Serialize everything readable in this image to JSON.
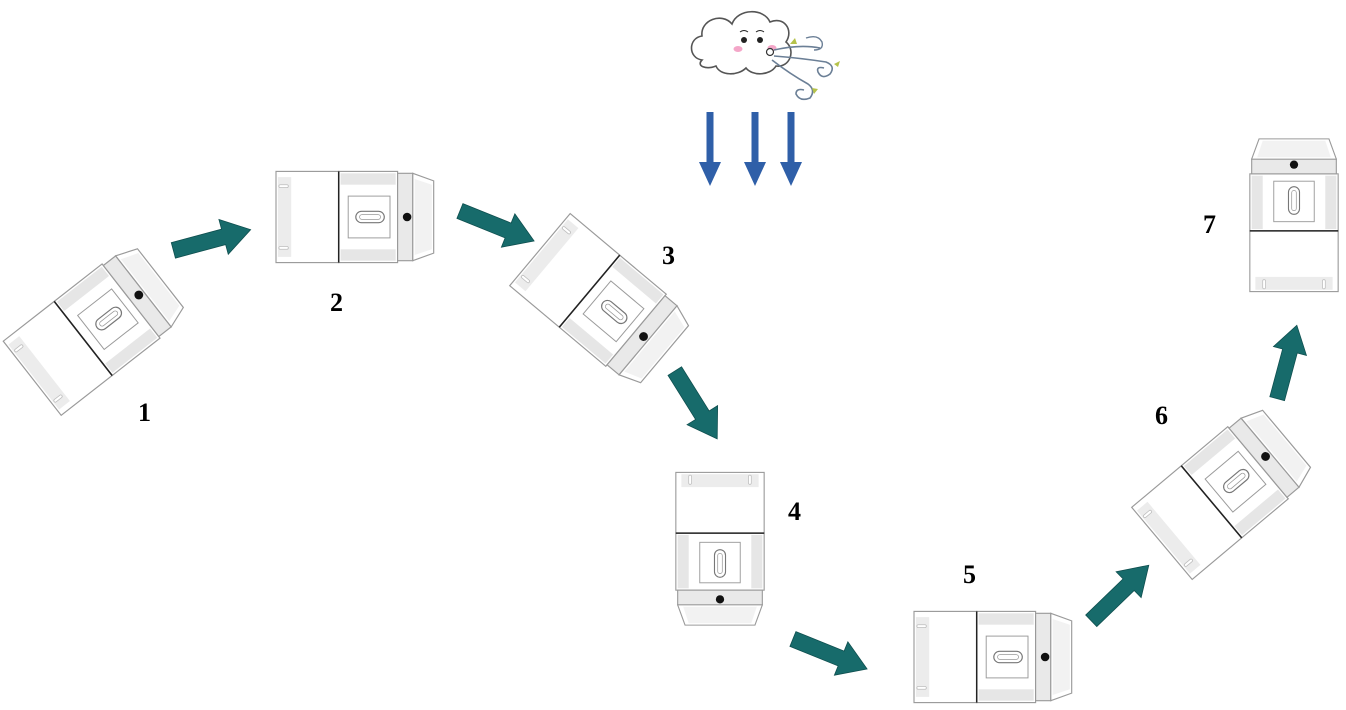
{
  "diagram": {
    "steps": [
      {
        "label": "1"
      },
      {
        "label": "2"
      },
      {
        "label": "3"
      },
      {
        "label": "4"
      },
      {
        "label": "5"
      },
      {
        "label": "6"
      },
      {
        "label": "7"
      }
    ],
    "colors": {
      "flow_arrow": "#176b6b",
      "wind_arrow": "#2f5fa8",
      "inhaler_body": "#ffffff",
      "inhaler_shade": "#e6e6e6",
      "inhaler_outline": "#9a9a9a",
      "cloud_cheek": "#f4a6c8"
    },
    "icons": {
      "device": "inhaler-icon",
      "wind_source": "blowing-cloud-icon",
      "wind_direction": "down-arrow-icon",
      "flow": "step-arrow-icon"
    }
  }
}
